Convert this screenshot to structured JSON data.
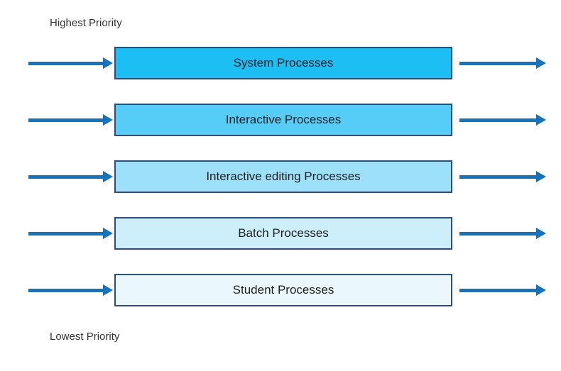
{
  "diagram": {
    "top_label": "Highest Priority",
    "bottom_label": "Lowest Priority",
    "queues": [
      {
        "label": "System Processes",
        "fill": "#1bbff4"
      },
      {
        "label": "Interactive Processes",
        "fill": "#55cdf7"
      },
      {
        "label": "Interactive editing Processes",
        "fill": "#9ce0fa"
      },
      {
        "label": "Batch Processes",
        "fill": "#cdeffb"
      },
      {
        "label": "Student Processes",
        "fill": "#eaf8fd"
      }
    ],
    "colors": {
      "arrow": "#0e75c4",
      "box_border": "#2e4d7d",
      "label_text": "#1f1f1f",
      "priority_text": "#333333",
      "background": "#ffffff"
    }
  }
}
